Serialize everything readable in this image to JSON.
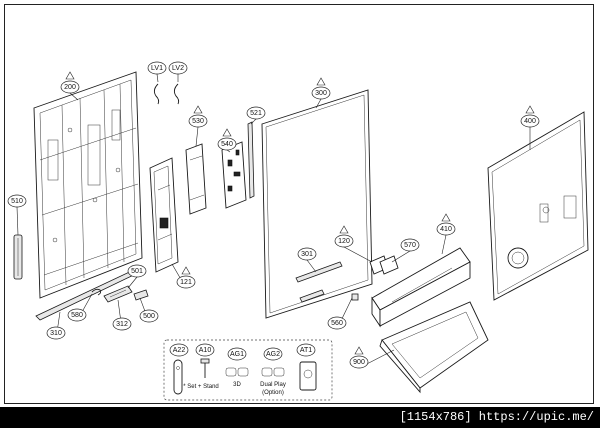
{
  "callouts": [
    {
      "id": "c200",
      "label": "200"
    },
    {
      "id": "c510",
      "label": "510"
    },
    {
      "id": "c310",
      "label": "310"
    },
    {
      "id": "c580",
      "label": "580"
    },
    {
      "id": "c501",
      "label": "501"
    },
    {
      "id": "c312",
      "label": "312"
    },
    {
      "id": "c500",
      "label": "500"
    },
    {
      "id": "c121",
      "label": "121"
    },
    {
      "id": "clv1",
      "label": "LV1"
    },
    {
      "id": "clv2",
      "label": "LV2"
    },
    {
      "id": "c530",
      "label": "530"
    },
    {
      "id": "c540",
      "label": "540"
    },
    {
      "id": "c521",
      "label": "521"
    },
    {
      "id": "c300",
      "label": "300"
    },
    {
      "id": "c301",
      "label": "301"
    },
    {
      "id": "c120",
      "label": "120"
    },
    {
      "id": "c570",
      "label": "570"
    },
    {
      "id": "c560",
      "label": "560"
    },
    {
      "id": "c410",
      "label": "410"
    },
    {
      "id": "c400",
      "label": "400"
    },
    {
      "id": "c900",
      "label": "900"
    },
    {
      "id": "ca22",
      "label": "A22"
    },
    {
      "id": "ca10",
      "label": "A10"
    },
    {
      "id": "cag1",
      "label": "AG1"
    },
    {
      "id": "cag2",
      "label": "AG2"
    },
    {
      "id": "cat1",
      "label": "AT1"
    }
  ],
  "accessories": {
    "set_stand": "* Set + Stand",
    "label_3d": "3D",
    "dual_play_1": "Dual Play",
    "dual_play_2": "(Option)"
  },
  "footer": "[1154x786] https://upic.me/"
}
